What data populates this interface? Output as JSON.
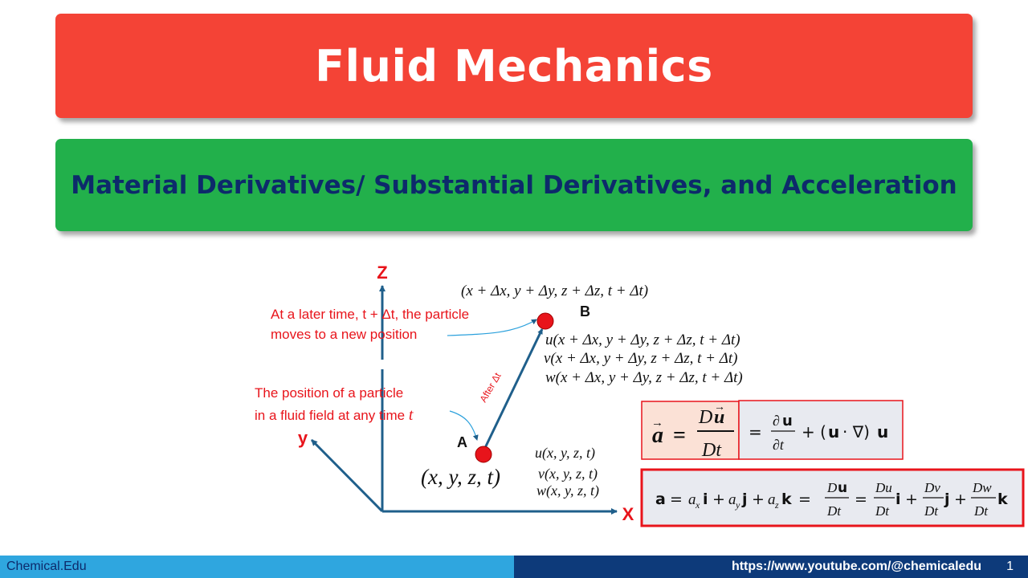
{
  "slide": {
    "title": "Fluid Mechanics",
    "subtitle": "Material Derivatives/ Substantial Derivatives, and Acceleration"
  },
  "diagram": {
    "axis_z": "Z",
    "axis_y": "y",
    "axis_x": "X",
    "point_a_label": "A",
    "point_b_label": "B",
    "arrow_label": "After Δt",
    "note_later_line1": "At a later time, t + Δt, the particle",
    "note_later_line2": "moves to a new position",
    "note_position_line1": "The position of a particle",
    "note_position_line2": "in a fluid field at any time",
    "note_position_var": "t",
    "coord_b": "(x + Δx, y + Δy, z + Δz, t + Δt)",
    "vel_b_u": "u(x + Δx, y + Δy, z + Δz, t + Δt)",
    "vel_b_v": "v(x + Δx, y + Δy, z + Δz, t + Δt)",
    "vel_b_w": "w(x + Δx, y + Δy, z + Δz, t + Δt)",
    "coord_a": "(x, y, z, t)",
    "vel_a_u": "u(x, y, z, t)",
    "vel_a_v": "v(x, y, z, t)",
    "vel_a_w": "w(x, y, z, t)"
  },
  "equations": {
    "eq1_lhs": "a⃗ = Du⃗/Dt",
    "eq1_rhs": "= ∂u/∂t + (u · ∇)u",
    "eq2": "a = a_x i + a_y j + a_z k = Du/Dt = Du/Dt i + Dv/Dt j + Dw/Dt k"
  },
  "footer": {
    "brand": "Chemical.Edu",
    "url": "https://www.youtube.com/@chemicaledu",
    "page": "1"
  },
  "colors": {
    "title_bg": "#f44336",
    "subtitle_bg": "#22b04b",
    "subtitle_text": "#0d2a6b",
    "axis": "#1f5f8b",
    "accent_red": "#e8141b",
    "footer_left": "#2fa6df",
    "footer_right": "#0d3a7a"
  }
}
